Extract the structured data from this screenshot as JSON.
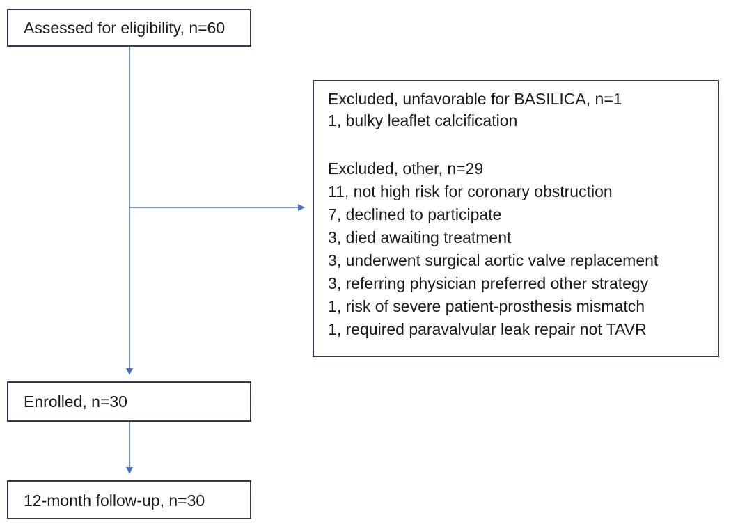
{
  "flow": {
    "assessed": "Assessed for eligibility, n=60",
    "enrolled": "Enrolled, n=30",
    "followup": "12-month follow-up, n=30"
  },
  "excluded": {
    "basilica_header": "Excluded, unfavorable for BASILICA, n=1",
    "basilica_reasons": [
      "1, bulky leaflet calcification"
    ],
    "other_header": "Excluded, other, n=29",
    "other_reasons": [
      "11, not high risk for coronary obstruction",
      "7, declined to participate",
      "3, died awaiting treatment",
      "3, underwent surgical aortic valve replacement",
      "3, referring physician preferred other strategy",
      "1, risk of severe patient-prosthesis mismatch",
      "1, required paravalvular leak repair not TAVR"
    ]
  },
  "colors": {
    "arrow": "#4a72c4",
    "box_border": "#2f3a56"
  }
}
